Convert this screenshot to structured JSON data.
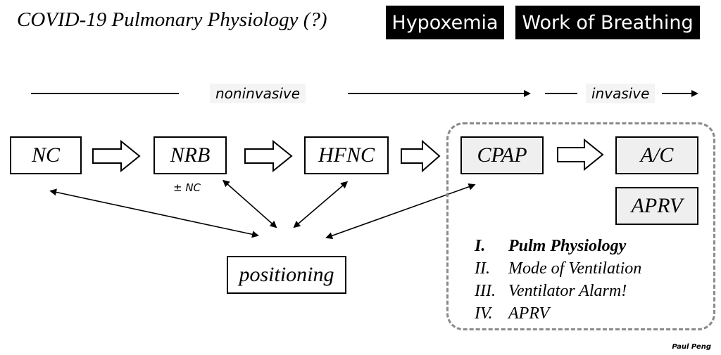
{
  "header": {
    "title": "COVID-19 Pulmonary Physiology (?)",
    "tabs": [
      {
        "label": "Hypoxemia"
      },
      {
        "label": "Work of Breathing"
      }
    ]
  },
  "timeline": {
    "noninvasive_label": "noninvasive",
    "invasive_label": "invasive"
  },
  "nodes": {
    "nc": "NC",
    "nrb": "NRB",
    "nrb_note": "± NC",
    "hfnc": "HFNC",
    "cpap": "CPAP",
    "ac": "A/C",
    "aprv": "APRV",
    "positioning": "positioning"
  },
  "outline": [
    {
      "num": "I.",
      "text": "Pulm Physiology",
      "bold": true
    },
    {
      "num": "II.",
      "text": "Mode of Ventilation",
      "bold": false
    },
    {
      "num": "III.",
      "text": "Ventilator Alarm!",
      "bold": false
    },
    {
      "num": "IV.",
      "text": "APRV",
      "bold": false
    }
  ],
  "credit": "Paul Peng",
  "colors": {
    "tab_bg": "#000000",
    "box_grey": "#efefef",
    "dashed_border": "#8a8a8a"
  }
}
